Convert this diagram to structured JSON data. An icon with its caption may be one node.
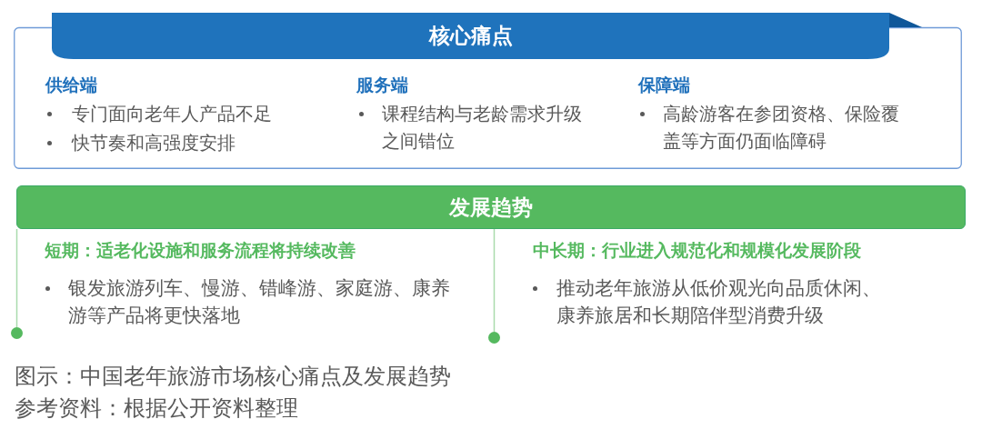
{
  "diagram": {
    "caption": "图示：中国老年旅游市场核心痛点及发展趋势",
    "nodes": [
      {
        "text": [
          "核心痛点",
          "供给端",
          "专门面向老年人产品不足",
          "快节奏和高强度安排",
          "服务端",
          "课程结构与老龄需求升级之间错位",
          "保障端",
          "高龄游客在参团资格、保险覆盖等方面仍面临障碍"
        ]
      },
      {
        "text": [
          "发展趋势"
        ]
      },
      {
        "text": [],
        "shape": "circle"
      },
      {
        "text": [],
        "shape": "circle"
      }
    ],
    "edges": [
      {
        "from": 1,
        "to": 2,
        "arrow": "none"
      },
      {
        "from": 1,
        "to": 3,
        "arrow": "none"
      }
    ],
    "labels": [
      "短期：适老化设施和服务流程将持续改善",
      "银发旅游列车、慢游、错峰游、家庭游、康养游等产品将更快落地",
      "中长期：行业进入规范化和规模化发展阶段",
      "推动老年旅游从低价观光向品质休闲、康养旅居和长期陪伴型消费升级",
      "参考资料：根据公开资料整理"
    ]
  }
}
